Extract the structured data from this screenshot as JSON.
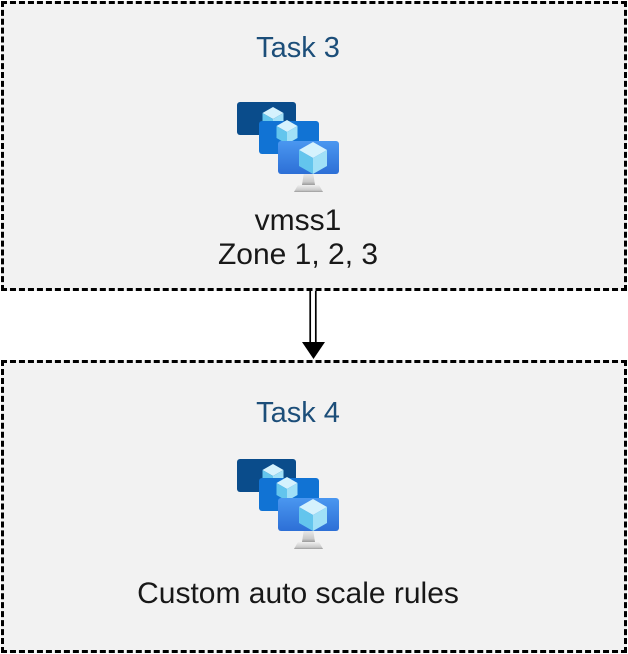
{
  "diagram": {
    "task3": {
      "title": "Task 3",
      "vmss_name": "vmss1",
      "zones": "Zone 1, 2, 3",
      "icon": "vm-scale-sets-icon"
    },
    "task4": {
      "title": "Task 4",
      "caption": "Custom auto scale rules",
      "icon": "vm-scale-sets-icon"
    },
    "arrow": {
      "direction": "down",
      "style": "double-line"
    }
  },
  "colors": {
    "page_background": "#ffffff",
    "box_fill": "#f2f2f2",
    "box_border": "#000000",
    "title_text": "#1c4e79",
    "caption_text": "#181818",
    "arrow": "#000000",
    "monitor_back": "#0a4c8b",
    "monitor_middle": "#1173d4",
    "monitor_front_top": "#4a97f0",
    "monitor_front_bottom": "#2d6fd6",
    "cube_top_face": "#d5f2fd",
    "cube_left_face": "#63c5ed",
    "cube_right_face": "#a0e0f7",
    "stand_light": "#efefef",
    "stand_dark": "#9a9a9a"
  }
}
